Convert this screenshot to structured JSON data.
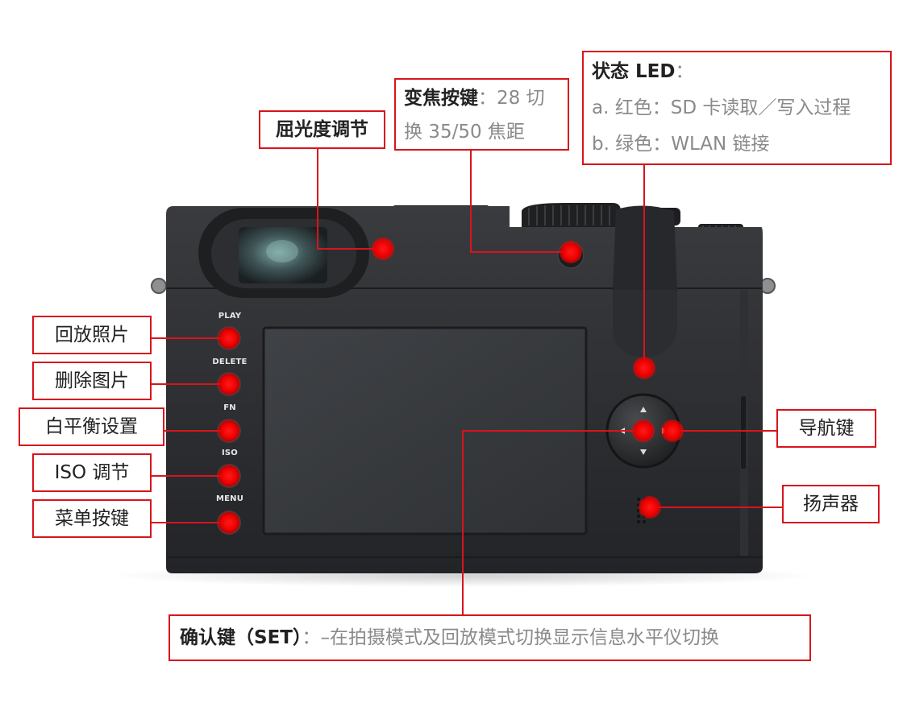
{
  "callouts": {
    "diopter": "屈光度调节",
    "zoom": {
      "title": "变焦按键",
      "text_line1": "：28 切",
      "text_line2": "换 35/50 焦距"
    },
    "led": {
      "title": "状态 LED",
      "colon": "：",
      "line_a": "a. 红色：SD 卡读取／写入过程",
      "line_b": "b. 绿色：WLAN 链接"
    },
    "play": "回放照片",
    "delete": "删除图片",
    "fn": "白平衡设置",
    "iso": "ISO 调节",
    "menu": "菜单按键",
    "nav": "导航键",
    "speaker": "扬声器",
    "set": {
      "title": "确认键（SET）",
      "text": "：–在拍摄模式及回放模式切换显示信息水平仪切换"
    }
  },
  "camera_button_labels": {
    "play": "PLAY",
    "delete": "DELETE",
    "fn": "FN",
    "iso": "ISO",
    "menu": "MENU"
  },
  "colors": {
    "accent_red": "#d8141c",
    "marker_red": "#f00000",
    "camera_body": "#2a2b2d",
    "screen": "#3a3c40"
  }
}
